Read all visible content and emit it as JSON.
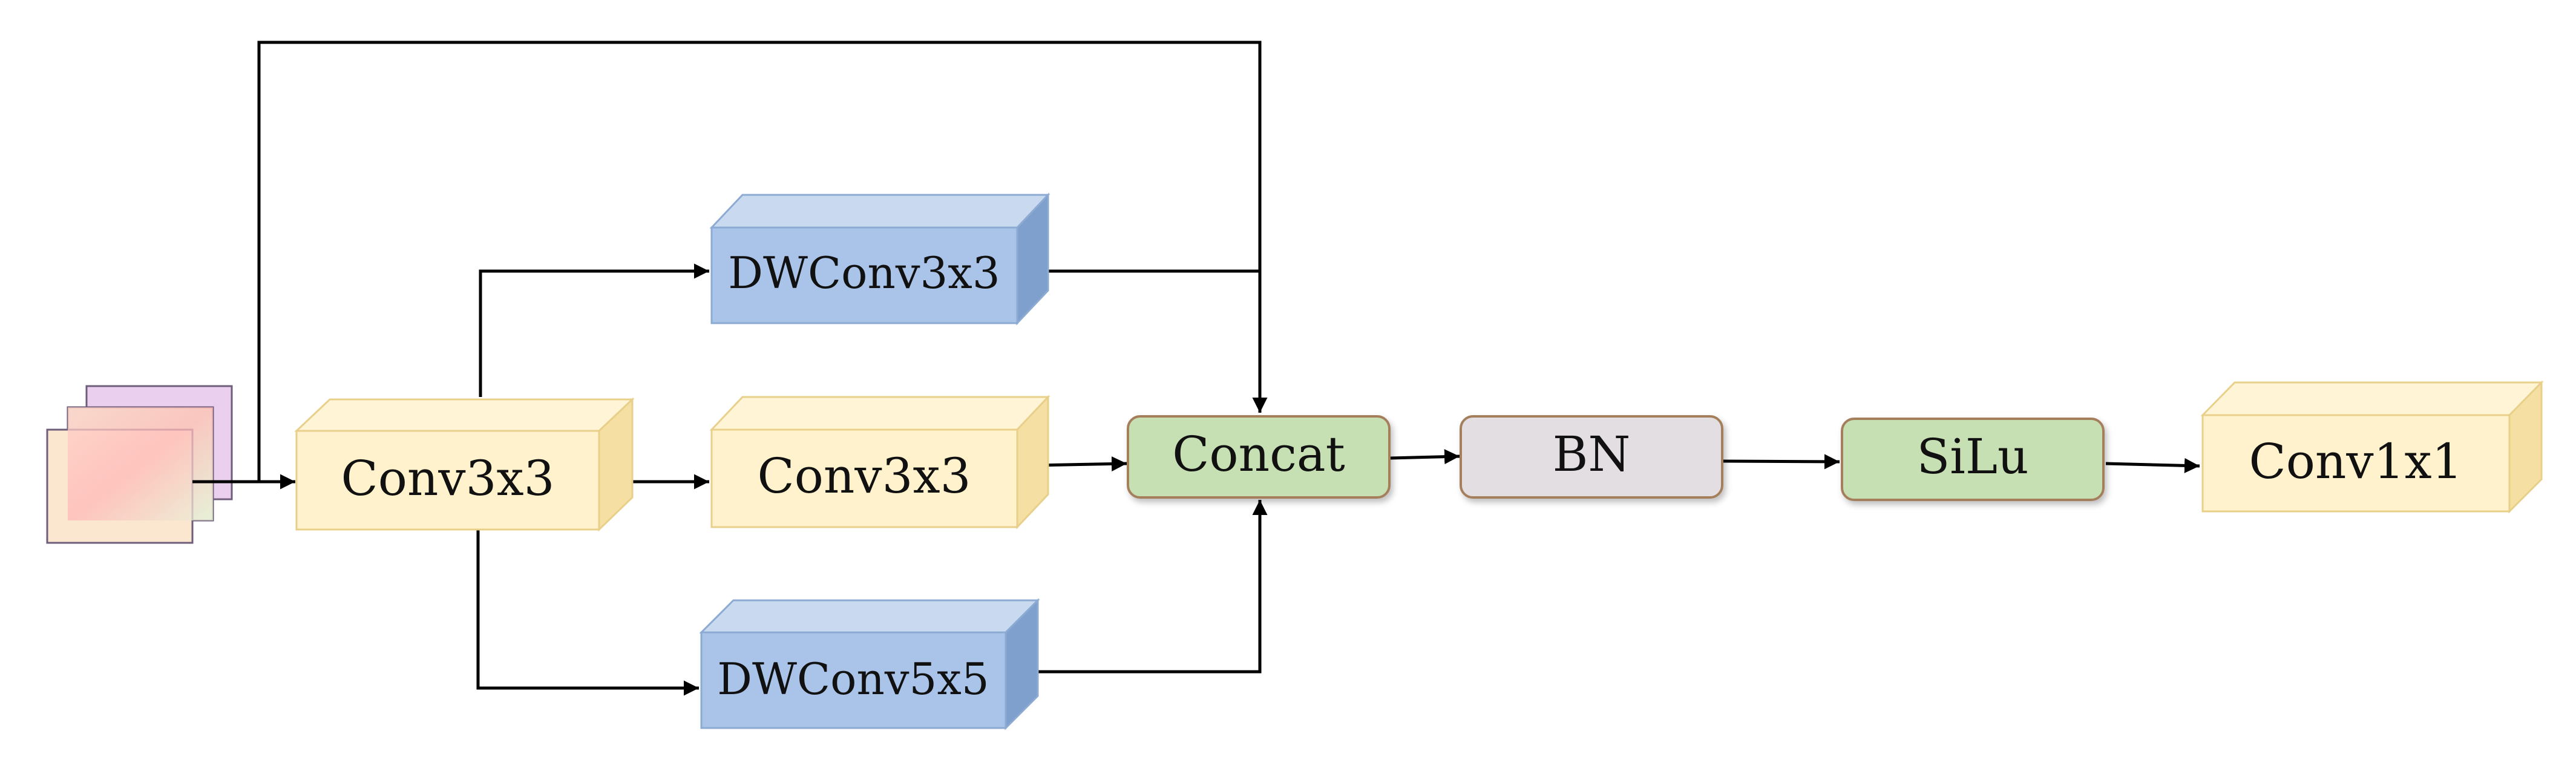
{
  "colors": {
    "conv_front": "#FFF2CC",
    "conv_top": "#FFF5D6",
    "conv_side": "#F5DFA3",
    "conv_border": "#E8D08A",
    "dw_front": "#A9C4E8",
    "dw_top": "#C9DAF0",
    "dw_side": "#7FA0CC",
    "dw_border": "#8CAAD2",
    "concat_fill": "#C6E0B4",
    "bn_fill": "#E3DEE2",
    "silu_fill": "#C6E0B4",
    "node_border": "#A57F5C",
    "line": "#000000"
  },
  "nodes": {
    "input": {
      "icon": "feature-map-stack-icon"
    },
    "conv3x3_a": {
      "label": "Conv3x3"
    },
    "dwconv3x3": {
      "label": "DWConv3x3"
    },
    "conv3x3_b": {
      "label": "Conv3x3"
    },
    "dwconv5x5": {
      "label": "DWConv5x5"
    },
    "concat": {
      "label": "Concat"
    },
    "bn": {
      "label": "BN"
    },
    "silu": {
      "label": "SiLu"
    },
    "conv1x1": {
      "label": "Conv1x1"
    }
  }
}
